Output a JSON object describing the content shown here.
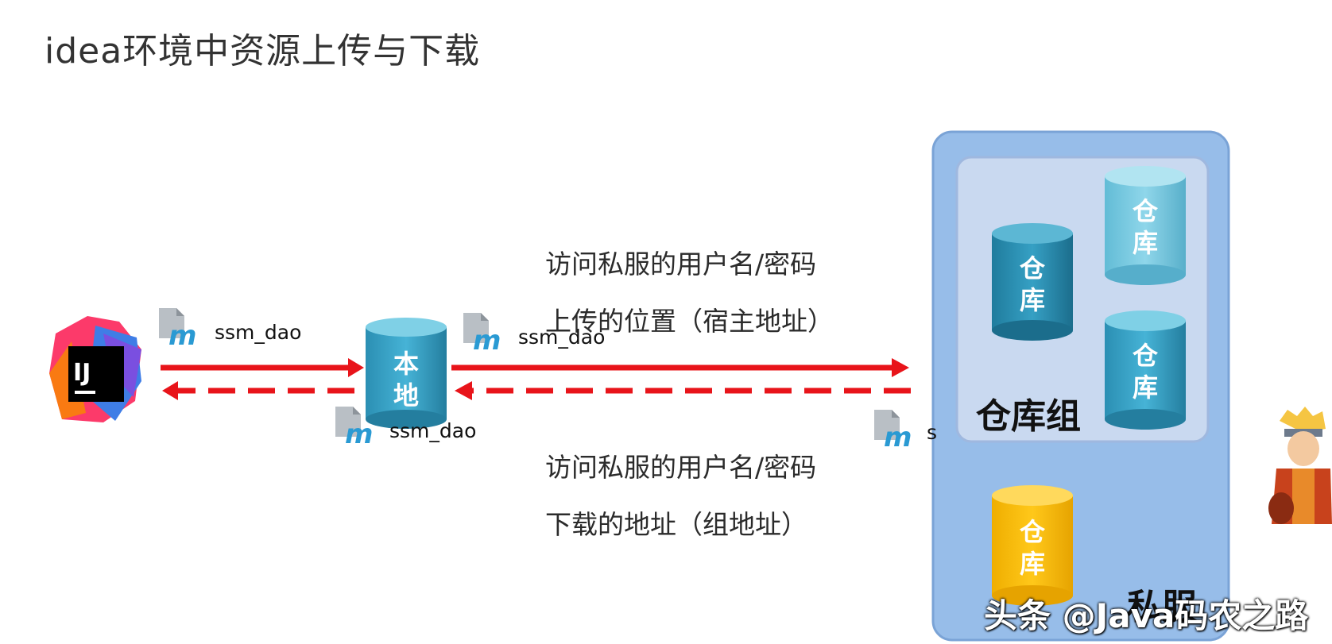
{
  "title": "idea环境中资源上传与下载",
  "labels": {
    "upload_auth": "访问私服的用户名/密码",
    "upload_location": "上传的位置（宿主地址）",
    "download_auth": "访问私服的用户名/密码",
    "download_location": "下载的地址（组地址）"
  },
  "artifacts": {
    "a1": "ssm_dao",
    "a2": "ssm_dao",
    "a3": "ssm_dao",
    "a4": "s"
  },
  "local_repo": {
    "line1": "本",
    "line2": "地"
  },
  "repo": {
    "line1": "仓",
    "line2": "库"
  },
  "group_label": "仓库组",
  "private_server_label": "私服",
  "watermark": "头条 @Java码农之路",
  "colors": {
    "arrow": "#e8141a",
    "server_bg": "#97bde9",
    "group_bg": "#c9d9f0",
    "repo_dark": "#2d95b8",
    "repo_light": "#7ccbe0",
    "repo_yellow": "#f7bd00"
  },
  "icons": [
    "intellij-idea-icon",
    "maven-artifact-icon",
    "character-icon"
  ]
}
